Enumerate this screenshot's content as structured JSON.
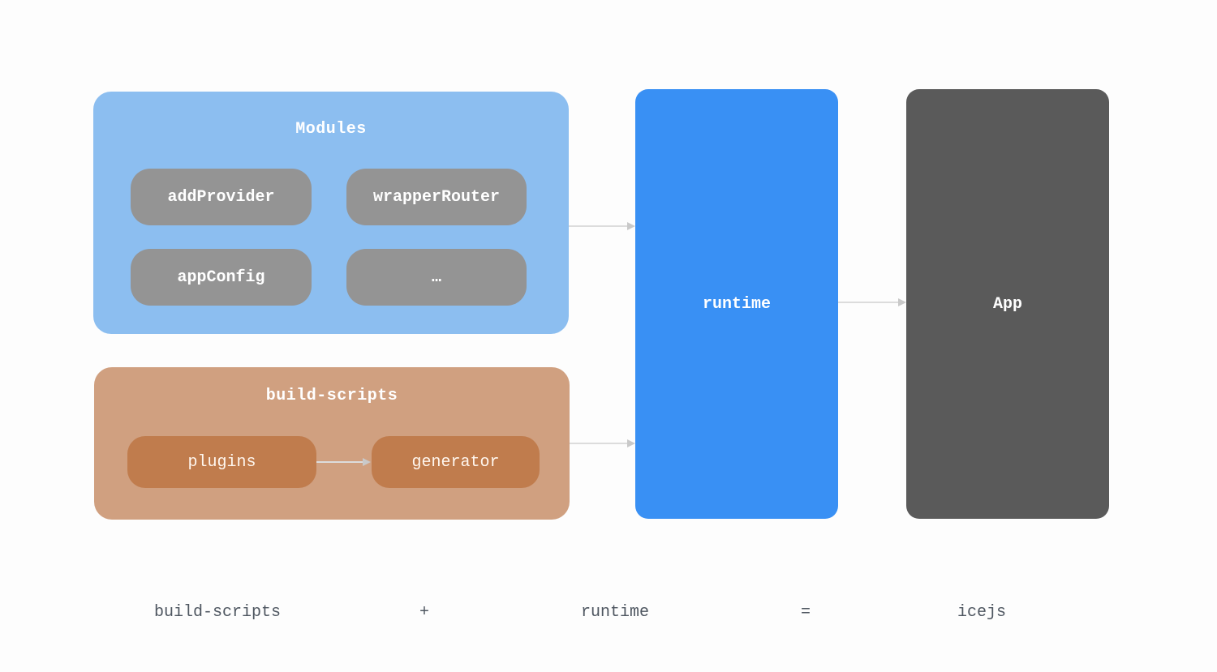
{
  "canvas": {
    "background": "#fdfdfd"
  },
  "modules_group": {
    "title": "Modules",
    "bg": "#8cbef0",
    "item_bg": "#949494",
    "items": [
      {
        "label": "addProvider"
      },
      {
        "label": "wrapperRouter"
      },
      {
        "label": "appConfig"
      },
      {
        "label": "…"
      }
    ]
  },
  "build_scripts_group": {
    "title": "build-scripts",
    "bg": "#d0a080",
    "item_bg": "#c07c4d",
    "items": [
      {
        "label": "plugins"
      },
      {
        "label": "generator"
      }
    ]
  },
  "runtime_box": {
    "label": "runtime",
    "bg": "#3990f4"
  },
  "app_box": {
    "label": "App",
    "bg": "#5a5a5a"
  },
  "arrows": {
    "color": "#dcdcdc",
    "list": [
      {
        "name": "modules-to-runtime"
      },
      {
        "name": "build-scripts-to-runtime"
      },
      {
        "name": "runtime-to-app"
      },
      {
        "name": "plugins-to-generator"
      }
    ]
  },
  "equation": {
    "color": "#4e5660",
    "terms": [
      "build-scripts",
      "+",
      "runtime",
      "=",
      "icejs"
    ]
  }
}
